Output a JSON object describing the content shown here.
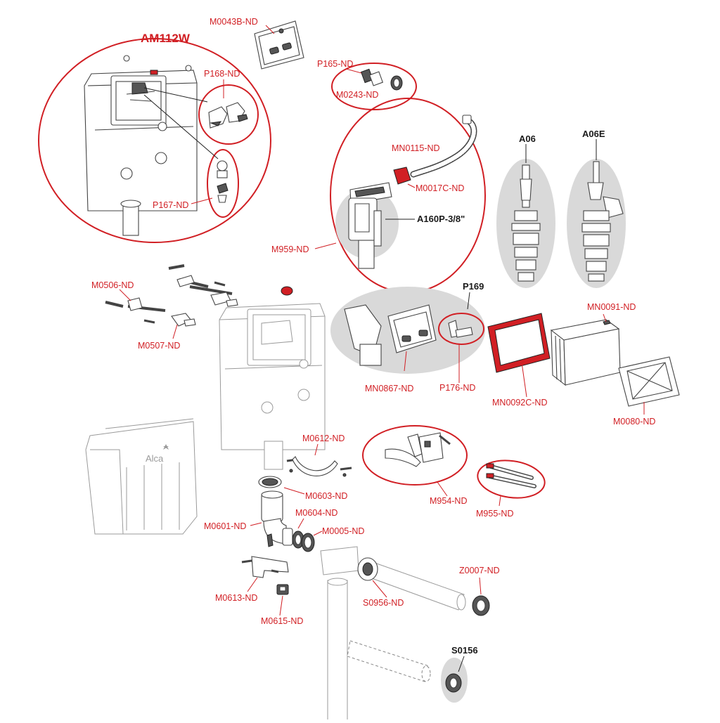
{
  "title": "AM112W",
  "labels": {
    "m0043b": "M0043B-ND",
    "p168": "P168-ND",
    "p167": "P167-ND",
    "p165": "P165-ND",
    "m0243": "M0243-ND",
    "mn0115": "MN0115-ND",
    "m0017c": "M0017C-ND",
    "a160p": "A160P-3/8\"",
    "m959": "M959-ND",
    "a06": "A06",
    "a06e": "A06E",
    "m0506": "M0506-ND",
    "m0507": "M0507-ND",
    "p169": "P169",
    "mn0867": "MN0867-ND",
    "p176": "P176-ND",
    "mn0092c": "MN0092C-ND",
    "mn0091": "MN0091-ND",
    "m0080": "M0080-ND",
    "m0612": "M0612-ND",
    "m0603": "M0603-ND",
    "m0604": "M0604-ND",
    "m0601": "M0601-ND",
    "m0005": "M0005-ND",
    "m954": "M954-ND",
    "m955": "M955-ND",
    "z0007": "Z0007-ND",
    "s0956": "S0956-ND",
    "m0613": "M0613-ND",
    "m0615": "M0615-ND",
    "s0156": "S0156"
  },
  "brand": "Alca",
  "colors": {
    "accent": "#d11f24",
    "shade": "#d9d9d9",
    "line": "#444444"
  }
}
